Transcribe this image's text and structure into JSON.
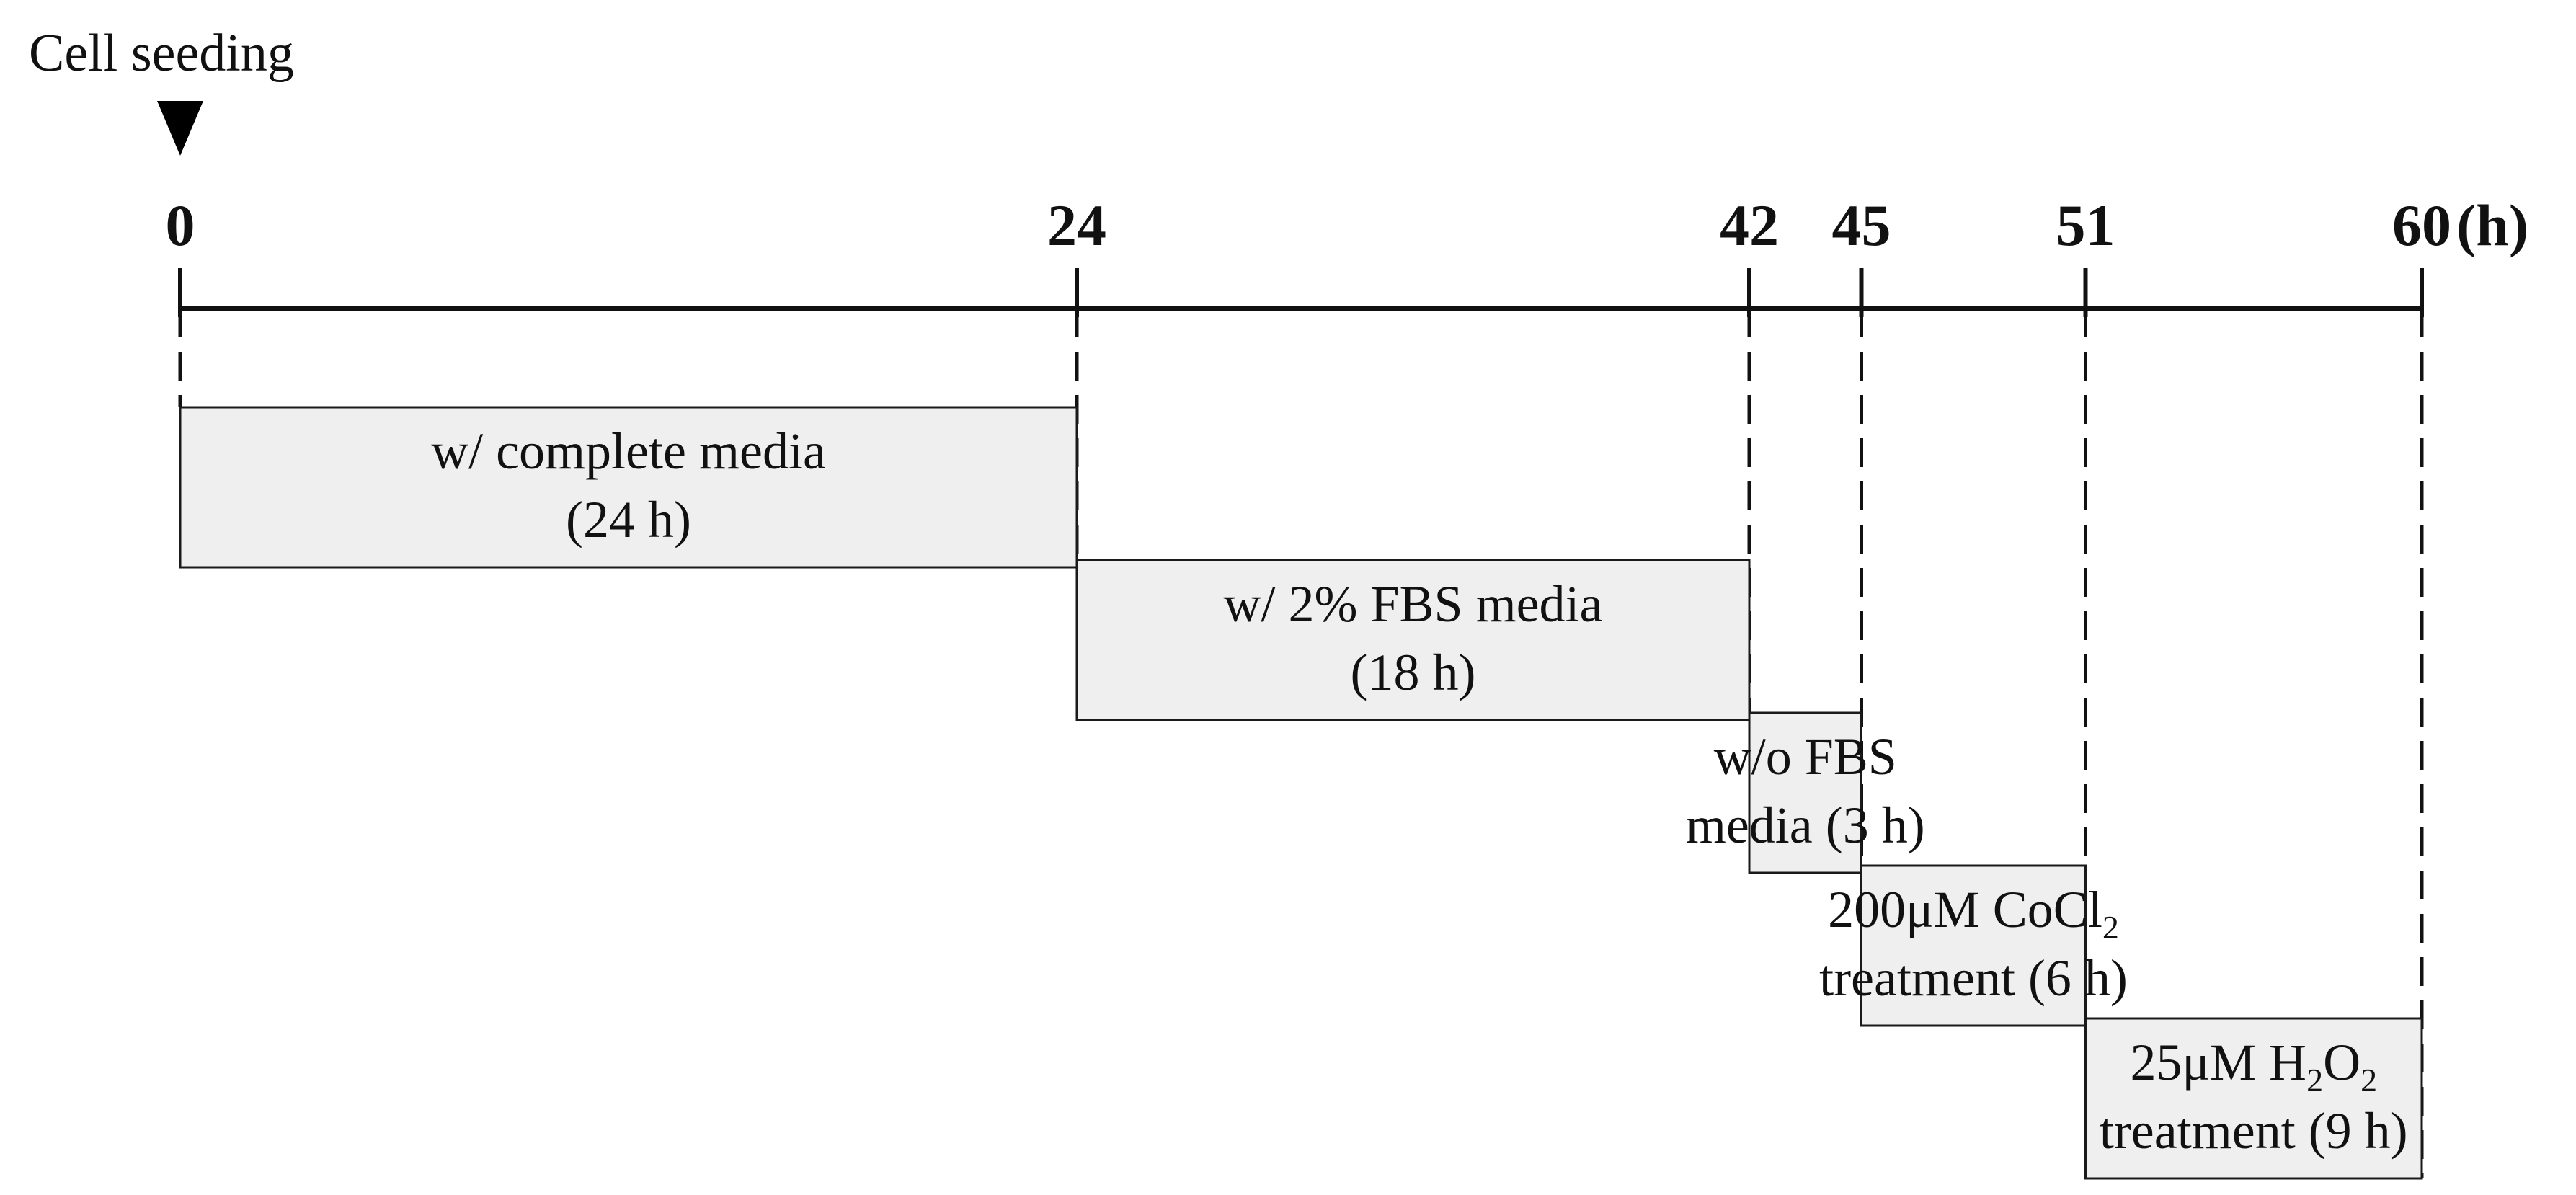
{
  "seeding": {
    "label": "Cell seeding",
    "hour": 0
  },
  "timeline": {
    "start": 0,
    "end": 60,
    "unit_label": "(h)",
    "ticks": [
      {
        "hour": 0,
        "label": "0"
      },
      {
        "hour": 24,
        "label": "24"
      },
      {
        "hour": 42,
        "label": "42"
      },
      {
        "hour": 45,
        "label": "45"
      },
      {
        "hour": 51,
        "label": "51"
      },
      {
        "hour": 60,
        "label": "60"
      }
    ]
  },
  "stages": [
    {
      "start": 0,
      "end": 24,
      "lines": [
        [
          {
            "t": "w/ complete media"
          }
        ],
        [
          {
            "t": "(24 h)"
          }
        ]
      ]
    },
    {
      "start": 24,
      "end": 42,
      "lines": [
        [
          {
            "t": "w/ 2% FBS media"
          }
        ],
        [
          {
            "t": "(18 h)"
          }
        ]
      ]
    },
    {
      "start": 42,
      "end": 45,
      "lines": [
        [
          {
            "t": "w/o FBS"
          }
        ],
        [
          {
            "t": "media (3 h)"
          }
        ]
      ]
    },
    {
      "start": 45,
      "end": 51,
      "lines": [
        [
          {
            "t": "200μM CoCl"
          },
          {
            "t": "2",
            "sub": true
          }
        ],
        [
          {
            "t": "treatment (6 h)"
          }
        ]
      ]
    },
    {
      "start": 51,
      "end": 60,
      "lines": [
        [
          {
            "t": "25μM H"
          },
          {
            "t": "2",
            "sub": true
          },
          {
            "t": "O"
          },
          {
            "t": "2",
            "sub": true
          }
        ],
        [
          {
            "t": "treatment (9 h)"
          }
        ]
      ]
    }
  ],
  "colors": {
    "box_fill": "#efefef",
    "line": "#111111"
  }
}
